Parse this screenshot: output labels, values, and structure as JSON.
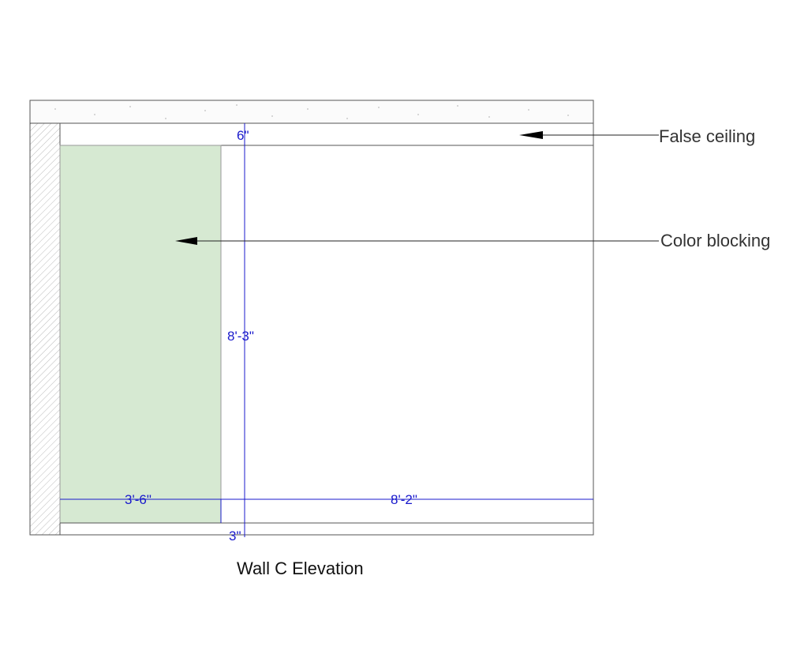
{
  "title": "Wall C Elevation",
  "annotations": {
    "false_ceiling": "False ceiling",
    "color_blocking": "Color blocking"
  },
  "dimensions": {
    "ceiling_band": "6\"",
    "wall_height": "8'-3\"",
    "color_block_width": "3'-6\"",
    "remaining_width": "8'-2\"",
    "skirting": "3\""
  },
  "colors": {
    "color_block": "#d6e9d2",
    "dimension": "#1a1acc",
    "line": "#444444"
  }
}
